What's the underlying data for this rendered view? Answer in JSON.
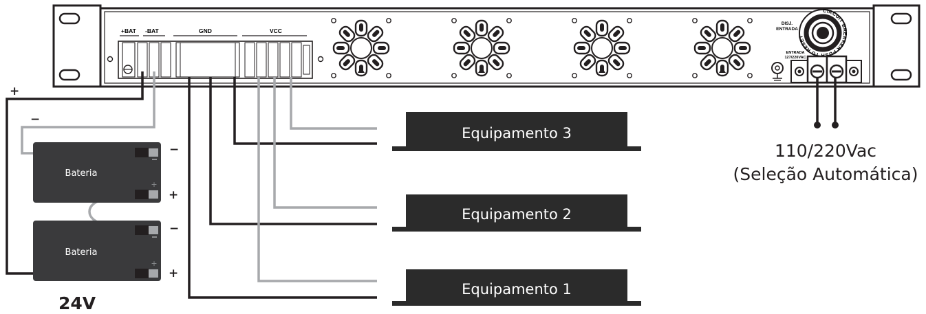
{
  "terminals": {
    "plus_bat": "+BAT",
    "minus_bat": "-BAT",
    "gnd": "GND",
    "vcc": "VCC"
  },
  "breaker": {
    "label_line1": "DISJ.",
    "label_line2": "ENTRADA",
    "ring_text": "CIRCUIT BREAKER PUSH TO RESET"
  },
  "input": {
    "label_line1": "ENTRADA",
    "label_line2": "127/220VAC"
  },
  "batteries": [
    {
      "label": "Bateria",
      "neg": "−",
      "pos": "+"
    },
    {
      "label": "Bateria",
      "neg": "−",
      "pos": "+"
    }
  ],
  "wire_marks": {
    "positive": "+",
    "negative": "−"
  },
  "battery_voltage": "24V",
  "equipments": [
    {
      "label": "Equipamento 3"
    },
    {
      "label": "Equipamento 2"
    },
    {
      "label": "Equipamento 1"
    }
  ],
  "ac_input": {
    "voltage": "110/220Vac",
    "note": "(Seleção Automática)"
  },
  "colors": {
    "line_dark": "#231f20",
    "line_gray": "#a7a9ac",
    "battery_fill": "#3a3a3c",
    "equipment_fill": "#2b2b2b"
  }
}
